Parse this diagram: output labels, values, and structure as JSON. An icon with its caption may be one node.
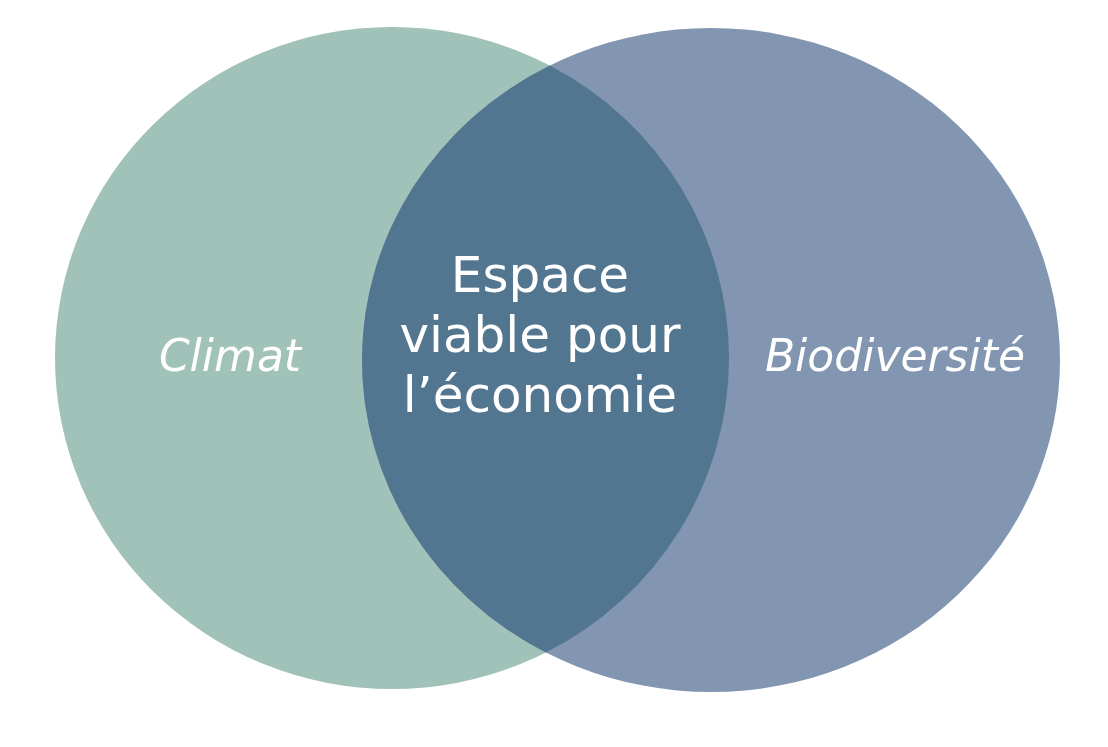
{
  "diagram": {
    "nodes": [
      {
        "text": [
          "Climat"
        ]
      },
      {
        "text": [
          "Biodiversité"
        ]
      },
      {
        "text": [
          "Espace viable pour l’économie"
        ]
      }
    ]
  }
}
